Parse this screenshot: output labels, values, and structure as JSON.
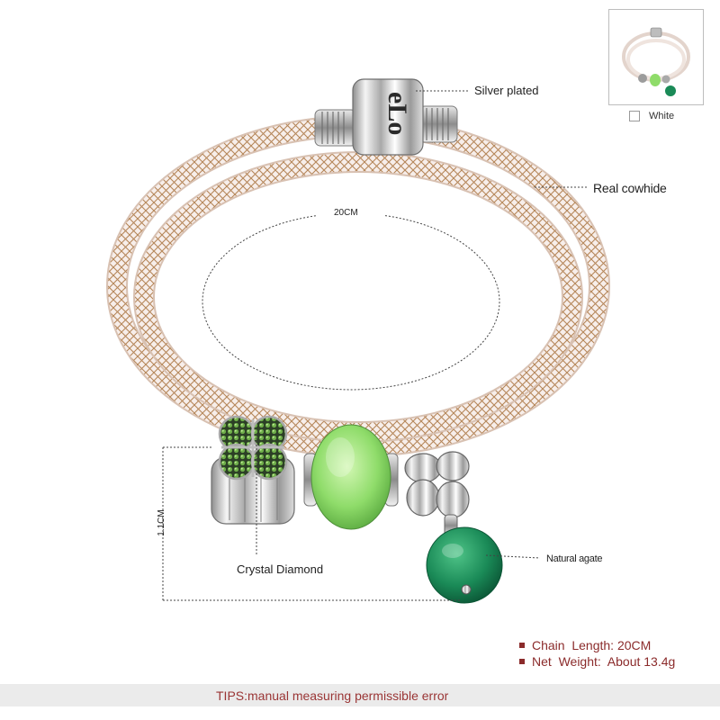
{
  "labels": {
    "silver_plated": "Silver plated",
    "real_cowhide": "Real cowhide",
    "circumference": "20CM",
    "height": "1.1CM",
    "crystal_diamond": "Crystal Diamond",
    "natural_agate": "Natural agate"
  },
  "clasp_engraving": "eLo",
  "thumbnail": {
    "option_label": "White",
    "option_checked": false
  },
  "specs": [
    "Chain  Length: 20CM",
    "Net  Weight:  About 13.4g"
  ],
  "tips": "TIPS:manual measuring permissible error",
  "colors": {
    "accent": "#8b2b2b",
    "tips_bar": "#ebebeb",
    "cord": "#f7eeea",
    "braid": "#b58658",
    "cat_eye_bead": "#8fdc6a",
    "agate": "#1a8a57",
    "silver": "#c9c9c9"
  }
}
